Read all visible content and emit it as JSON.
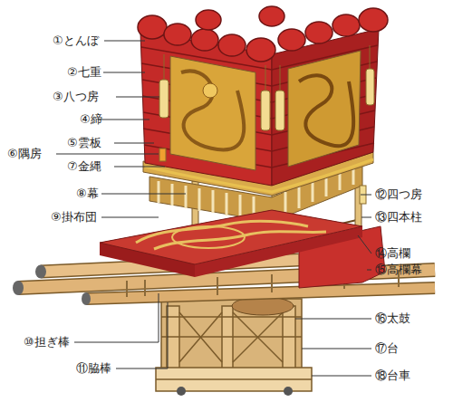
{
  "diagram": {
    "labels": [
      "①とんぼ",
      "②七重",
      "③八つ房",
      "④締",
      "⑤雲板",
      "⑥隅房",
      "⑦金縄",
      "⑧幕",
      "⑨掛布団",
      "⑩担ぎ棒",
      "⑪脇棒",
      "⑫四つ房",
      "⑬四本柱",
      "⑭高欄",
      "⑮高欄幕",
      "⑯太鼓",
      "⑰台",
      "⑱台車"
    ]
  }
}
